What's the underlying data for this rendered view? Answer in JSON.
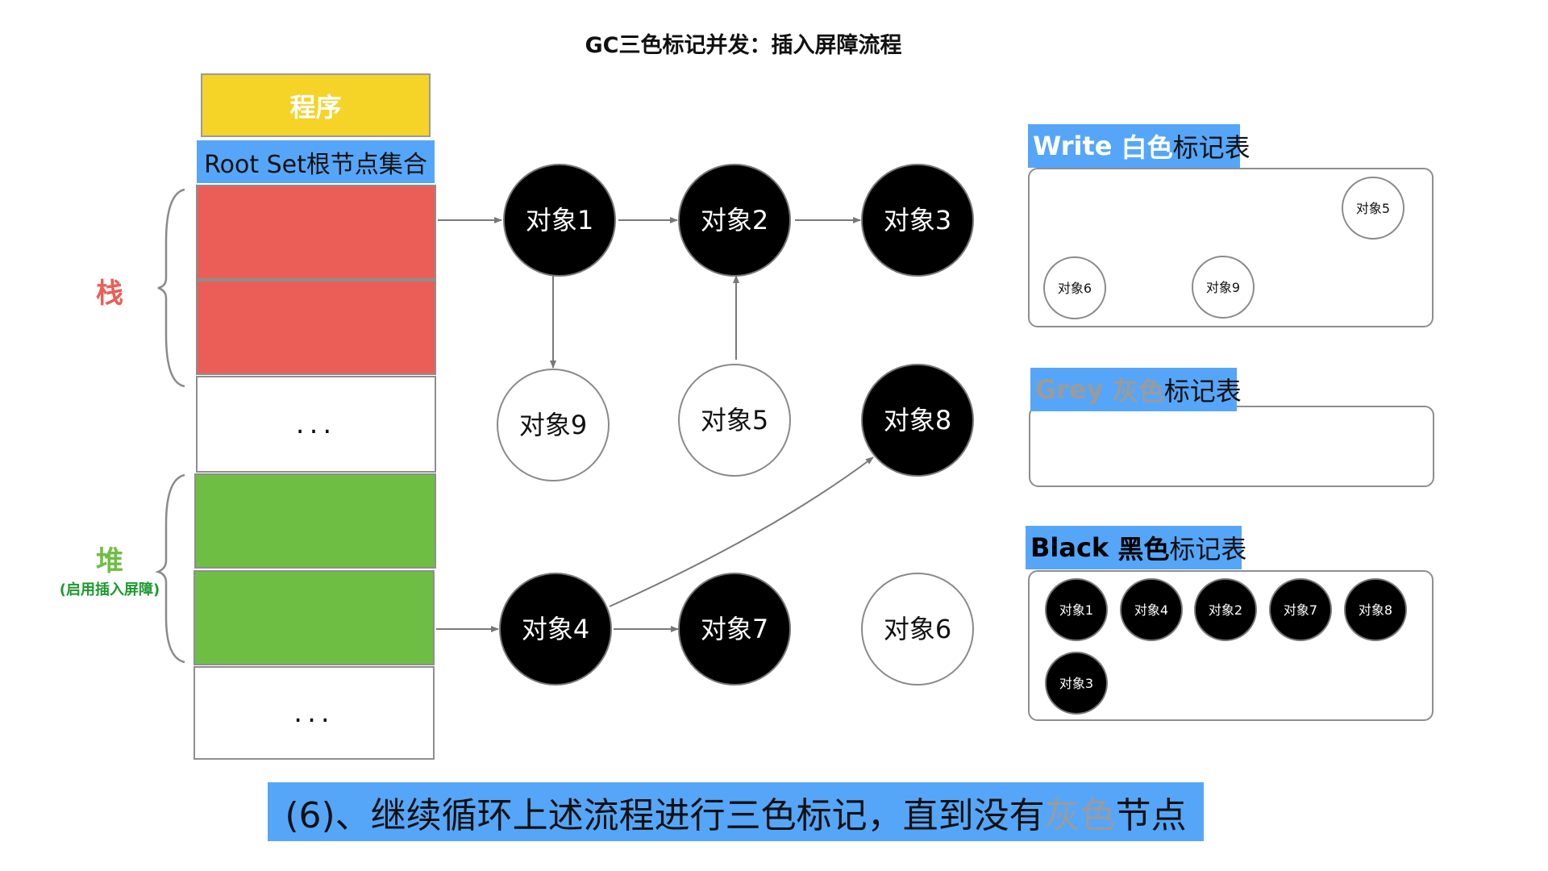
{
  "title": "GC三色标记并发：插入屏障流程",
  "program_label": "程序",
  "root_set_label": "Root Set根节点集合",
  "stack_label": "栈",
  "heap_label": "堆",
  "heap_note": "(启用插入屏障)",
  "ellipsis": "...",
  "objects": {
    "o1": "对象1",
    "o2": "对象2",
    "o3": "对象3",
    "o4": "对象4",
    "o5": "对象5",
    "o6": "对象6",
    "o7": "对象7",
    "o8": "对象8",
    "o9": "对象9"
  },
  "tables": {
    "white": {
      "title_en": "Write",
      "title_color": "白色",
      "title_suffix": "标记表",
      "items": [
        "对象5",
        "对象6",
        "对象9"
      ]
    },
    "grey": {
      "title_en": "Grey",
      "title_color": "灰色",
      "title_suffix": "标记表",
      "items": []
    },
    "black": {
      "title_en": "Black",
      "title_color": "黑色",
      "title_suffix": "标记表",
      "items": [
        "对象1",
        "对象4",
        "对象2",
        "对象7",
        "对象8",
        "对象3"
      ]
    }
  },
  "caption": {
    "before": "(6)、继续循环上述流程进行三色标记，直到没有",
    "highlight": "灰色",
    "after": "节点"
  },
  "colors": {
    "yellow": "#f5d327",
    "blue": "#55a6f8",
    "red": "#eb5e57",
    "green": "#6ebe44",
    "grey_text": "#9b9b9b",
    "black": "#000000"
  }
}
